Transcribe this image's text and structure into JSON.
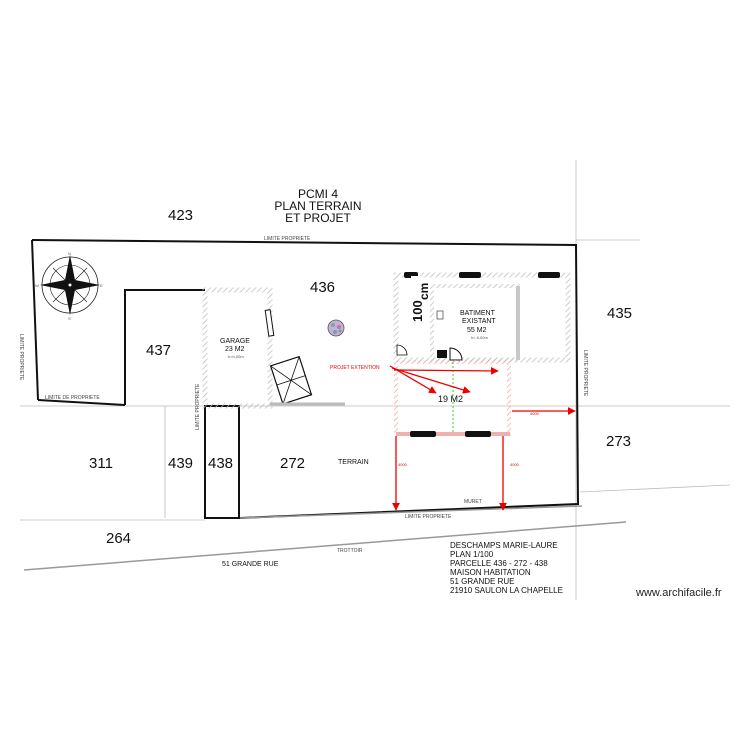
{
  "title": {
    "line1": "PCMI 4",
    "line2": "PLAN TERRAIN",
    "line3": "ET PROJET"
  },
  "parcels": {
    "p423": "423",
    "p436": "436",
    "p437": "437",
    "p435": "435",
    "p311": "311",
    "p439": "439",
    "p438": "438",
    "p272": "272",
    "p273": "273",
    "p264": "264"
  },
  "labels": {
    "limite": "LIMITE PROPRIETE",
    "limite_de": "LIMITE DE PROPRIETE",
    "garage_name": "GARAGE",
    "garage_area": "23 M2",
    "garage_h": "h=h,00m",
    "batiment_1": "BATIMENT",
    "batiment_2": "EXISTANT",
    "batiment_area": "55 M2",
    "batiment_h": "h= 6,00m",
    "projet_ext": "PROJET EXTENTION",
    "ext_area": "19 M2",
    "terrain": "TERRAIN",
    "muret": "MURET",
    "trottoir": "TROTTOIR",
    "street": "51 GRANDE RUE",
    "dim_left": "4000",
    "dim_right": "4000",
    "dim_top": "4000",
    "ext_num": "100",
    "ext_unit": "cm"
  },
  "info": {
    "l1": "DESCHAMPS MARIE-LAURE",
    "l2": "PLAN 1/100",
    "l3": "PARCELLE 436 - 272 - 438",
    "l4": "MAISON HABITATION",
    "l5": "51 GRANDE RUE",
    "l6": "21910 SAULON LA CHAPELLE"
  },
  "watermark": "www.archifacile.fr",
  "compass": {
    "n": "N",
    "e": "E",
    "s": "S",
    "w": "W"
  },
  "colors": {
    "red": "#e00000",
    "wall": "#111111",
    "hatch": "#c8c8c8",
    "green": "#33cc33"
  }
}
